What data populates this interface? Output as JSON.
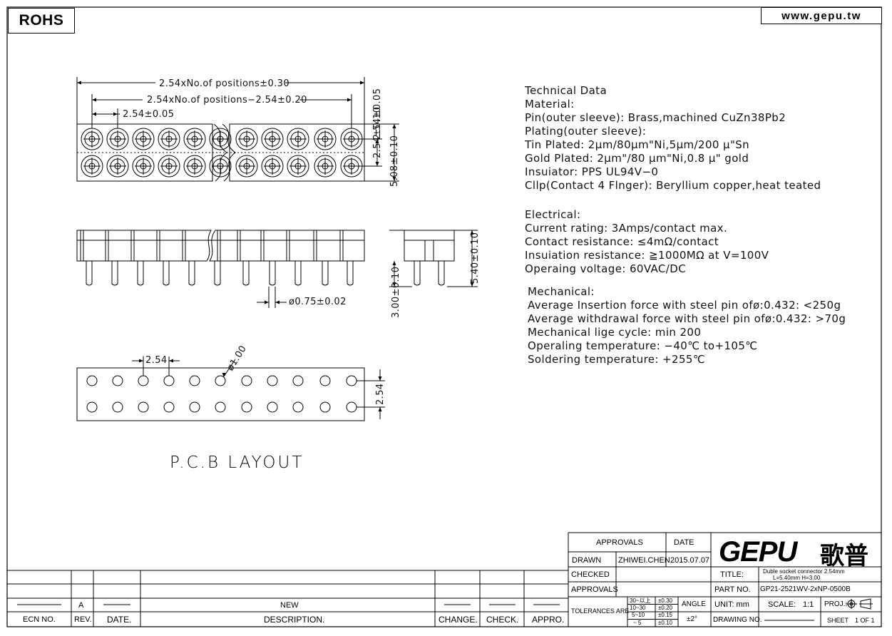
{
  "header": {
    "rohs": "ROHS",
    "website": "www.gepu.tw"
  },
  "dimensions": {
    "overall": "2.54xNo.of positions±0.30",
    "inner": "2.54xNo.of positions−2.54±0.20",
    "pitch": "2.54±0.05",
    "row_height": "2.54±0.05",
    "row_pitch": "2.54±0.10",
    "body_width": "5.08±0.10",
    "pin_diameter": "ø0.75±0.02",
    "tail_length": "3.00±0.10",
    "body_height": "5.40±0.10",
    "pcb_pitch": "2.54",
    "pcb_hole": "ø1.00",
    "pcb_row_pitch": "2.54"
  },
  "pcb_layout_title": "P.C.B LAYOUT",
  "technical_data": [
    "Technical Data",
    "Material:",
    "Pin(outer sleeve): Brass,machined CuZn38Pb2",
    "Plating(outer sleeve):",
    "Tin Plated: 2µm/80µm\"Ni,5µm/200 µ\"Sn",
    "Gold Plated: 2µm\"/80 µm\"Ni,0.8 µ\" gold",
    "Insuiator: PPS UL94V−0",
    "Cllp(Contact 4 Flnger): Beryllium copper,heat teated"
  ],
  "electrical": [
    "Electrical:",
    "Current rating: 3Amps/contact max.",
    "Contact resistance: ≤4mΩ/contact",
    "Insuiation resistance: ≧1000MΩ at V=100V",
    "Operaing voltage: 60VAC/DC"
  ],
  "mechanical": [
    "Mechanical:",
    "Average Insertion force with steel pin ofø:0.432: <250g",
    "Average withdrawal force with steel pin ofø:0.432: >70g",
    "Mechanical lige cycle: min 200",
    "Operaling temperature: −40℃  to+105℃",
    "Soldering temperature: +255℃"
  ],
  "revision_table": {
    "row_values": [
      "A",
      "NEW"
    ],
    "headers": [
      "ECN NO.",
      "REV.",
      "DATE.",
      "DESCRIPTION.",
      "CHANGE.",
      "CHECK.",
      "APPRO."
    ]
  },
  "title_block": {
    "approvals_header": "APPROVALS",
    "date_header": "DATE",
    "drawn_label": "DRAWN",
    "drawn_by": "ZHIWEI.CHEN",
    "drawn_date": "2015.07.07",
    "checked_label": "CHECKED",
    "approvals_label": "APPROVALS",
    "tolerances_label": "TOLERANCES ARE",
    "tol_ranges": [
      "30~以上",
      "10~30",
      "5~10",
      "~ 5"
    ],
    "tol_values": [
      "±0.30",
      "±0.20",
      "±0.15",
      "±0.10"
    ],
    "angle_label": "ANGLE",
    "angle_value": "±2°",
    "logo": "GEPU",
    "logo_cn": "歌普",
    "title_label": "TITLE:",
    "title_line1": "Duble socket connector 2.54mm",
    "title_line2": "L=5.40mm  H=3.00",
    "part_label": "PART NO.",
    "part_no": "GP21-2521WV-2xNP-0500B",
    "unit_label": "UNIT: mm",
    "scale_label": "SCALE:",
    "scale_value": "1:1",
    "proj_label": "PROJ.:",
    "drawing_label": "DRAWING NO.",
    "sheet_label": "SHEET",
    "sheet_value": "1 OF 1"
  }
}
